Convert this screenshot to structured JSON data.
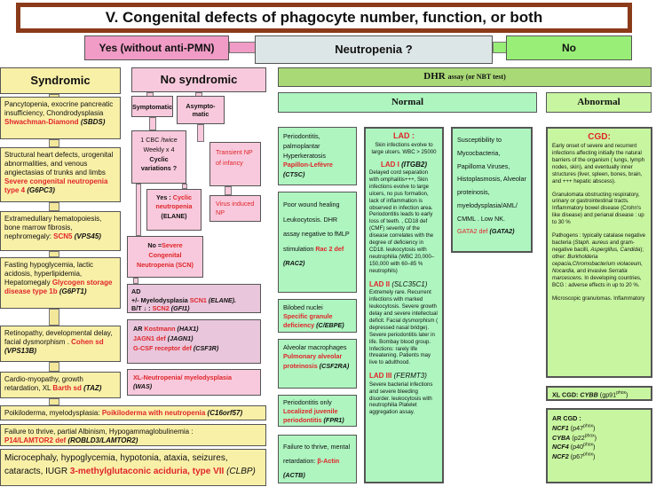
{
  "title": "V. Congenital defects of phagocyte number, function, or both",
  "top": {
    "yes": "Yes (without anti-PMN)",
    "question": "Neutropenia ?",
    "no": "No"
  },
  "syndromic": {
    "header": "Syndromic",
    "boxes": [
      {
        "desc": "Pancytopenia, exocrine pancreatic insufficiency, Chondrodysplasia",
        "name": "Shwachman-Diamond",
        "gene": "(SBDS)"
      },
      {
        "desc": "Structural heart defects, urogenital abnormalities, and venous angiectasias of trunks and limbs",
        "name": "Severe congenital neutropenia type 4",
        "gene": "(G6PC3)"
      },
      {
        "desc": "Extramedullary hematopoiesis, bone marrow fibrosis, nephromegaly:",
        "name": "SCN5",
        "gene": "(VPS45)"
      },
      {
        "desc": "Fasting hypoglycemia, lactic acidosis, hyperlipidemia, Hepatomegaly",
        "name": "Glycogen storage disease type 1b",
        "gene": "(G6PT1)"
      },
      {
        "desc": "Retinopathy, developmental delay, facial dysmorphism .",
        "name": "Cohen sd",
        "gene": "(VPS13B)"
      },
      {
        "desc": "Cardio-myopathy, growth retardation, XL",
        "name": "Barth sd",
        "gene": "(TAZ)"
      },
      {
        "desc": "Poikiloderma, myelodysplasia:",
        "name": "Poikiloderma with neutropenia",
        "gene": "(C16orf57)"
      },
      {
        "desc": "Failure to thrive, partial Albinism, Hypogammaglobulinemia :",
        "name": "P14/LAMTOR2 def",
        "gene": "(ROBLD3/LAMTOR2)"
      },
      {
        "desc": "Microcephaly, hypoglycemia, hypotonia, ataxia, seizures, cataracts, IUGR",
        "name": "3-methylglutaconic aciduria, type VII",
        "gene": "(CLBP)"
      }
    ]
  },
  "nosyndromic": {
    "header": "No syndromic",
    "symptomatic": "Symptomatic",
    "asymptomatic": "Asympto-matic",
    "cbc": {
      "line1": "1 CBC /twice Weekly  x 4",
      "line2": "Cyclic variations ?"
    },
    "cyclic": {
      "prefix": "Yes :",
      "name": "Cyclic neutropenia",
      "gene": "(ELANE)"
    },
    "transient": "Transient NP of infancy",
    "virus": "Virus induced NP",
    "scn": {
      "prefix": "No =",
      "name": "Severe Congenital Neutropenia (SCN)"
    },
    "ad": {
      "line1": "AD",
      "line2a": "+/- Myelodysplasia",
      "scn1": "SCN1",
      "gene1": "(ELANE).",
      "line3a": "B/T ↓ :",
      "scn2": "SCN2",
      "gene2": "(GFI1)"
    },
    "ar": {
      "prefix": "AR",
      "n1": "Kostmann",
      "g1": "(HAX1)",
      "n2": "JAGN1 def",
      "g2": "(JAGN1)",
      "n3": "G-CSF receptor def",
      "g3": "(CSF3R)"
    },
    "xl": {
      "name": "XL-Neutropenia/ myelodysplasia",
      "gene": "(WAS)"
    }
  },
  "dhr": {
    "header": "DHR",
    "header_sub": "assay (or NBT test)",
    "normal": "Normal",
    "abnormal": "Abnormal"
  },
  "normal_col1": [
    {
      "desc": "Periodontitis, palmoplantar Hyperkeratosis",
      "name": "Papillon-Lefèvre",
      "gene": "(CTSC)"
    },
    {
      "desc": "Poor wound healing Leukocytosis. DHR assay negative to fMLP stimulation",
      "name": "Rac 2 def",
      "gene": "(RAC2)"
    },
    {
      "desc": "Bilobed nuclei",
      "name": "Specific granule deficiency",
      "gene": "(C/EBPE)"
    },
    {
      "desc": "Alveolar macrophages",
      "name": "Pulmonary alveolar proteinosis",
      "gene": "(CSF2RA)"
    },
    {
      "desc": "Periodontitis only",
      "name": "Localized juvenile periodontitis",
      "gene": "(FPR1)"
    },
    {
      "desc": "Failure to thrive, mental retardation:",
      "name": "β-Actin",
      "gene": "(ACTB)"
    }
  ],
  "lad": {
    "title": "LAD :",
    "intro": "Skin infections evolve to large ulcers. WBC > 25000",
    "lad1": {
      "name": "LAD I",
      "gene": "(ITGB2)",
      "text": "Delayed cord separation with omphalitis+++,  Skin infections evolve to large ulcers,  no pus formation, lack of inflammation is observed in infection area. Periodontitis leads to early loss of teeth. , CD18 def (CMF) severity of the disease correlates with the degree of deficiency in CD18. leukocytosis with neutrophilia (WBC 20,000–150,000 with 60–85 % neutrophils)"
    },
    "lad2": {
      "name": "LAD II",
      "gene": "(SLC35C1)",
      "text": "Extremely rare. Recurrent infections with marked leukocytosis. Severe growth delay and severe intellectual deficit. Facial dysmorphism ( depressed nasal bridge). Severe periodontitis later in life. Bombay blood group. Infections: rarely life threatening. Patients may live to adulthood."
    },
    "lad3": {
      "name": "LAD III",
      "gene": "(FERMT3)",
      "text": "Severe bacterial infections and severe bleeding disorder. leukocytosis with neutrophilia Platelet aggregation assay."
    }
  },
  "gata2": {
    "desc": "Susceptibility to Mycocbacteria, Papilloma Viruses, Histoplasmosis, Alveolar proteinosis, myelodysplasia/AML/ CMML . Low NK.",
    "name": "GATA2 def",
    "gene": "(GATA2)"
  },
  "cgd": {
    "title": "CGD:",
    "p1": "Early onset of severe and recurrent infections affecting initially the natural barriers of the organism ( lungs, lymph nodes, skin), and eventually inner structures (liver, spleen, bones, brain, and +++ hepatic abscess).",
    "p2": "Granulomata obstructing respiratory, urinary or gastrointestinal tracts. Inflammatory bowel disease (Crohn's like disease) and perianal disease : up to 30 %",
    "p3a": "Pathogens : typically catalase negative bacteria (",
    "p3b": "Staph. aureus",
    "p3c": " and gram-negative bacilli, ",
    "p3d": "Aspergillus, Candida",
    "p3e": "); other: ",
    "p3f": "Burkholderia cepacia,Chromobacterium violaceum, Nocardia,",
    "p3g": " and invasive ",
    "p3h": "Serratia marcescens",
    "p3i": ". In developing countries, BCG : adverse effects in up to 20 %.",
    "p4": "Microscopic granulomas. Inflammatory",
    "xl": {
      "label": "XL CGD:",
      "gene": "CYBB",
      "protein": "(gp91",
      "sup": "phox",
      "close": ")"
    },
    "ar": {
      "label": "AR  CGD :",
      "items": [
        {
          "gene": "NCF1",
          "protein": "(p47",
          "sup": "phox",
          "close": ")"
        },
        {
          "gene": "CYBA",
          "protein": "(p22",
          "sup": "phox",
          "close": ")"
        },
        {
          "gene": "NCF4",
          "protein": "(p40",
          "sup": "phox",
          "close": ")"
        },
        {
          "gene": "NCF2",
          "protein": "(p67",
          "sup": "phox",
          "close": ")"
        }
      ]
    }
  },
  "colors": {
    "title_border": "#8b3a1a",
    "red": "#e0262a",
    "yellow": "#f9f0a8",
    "pink": "#f8c9dc",
    "green": "#aef5c0"
  }
}
